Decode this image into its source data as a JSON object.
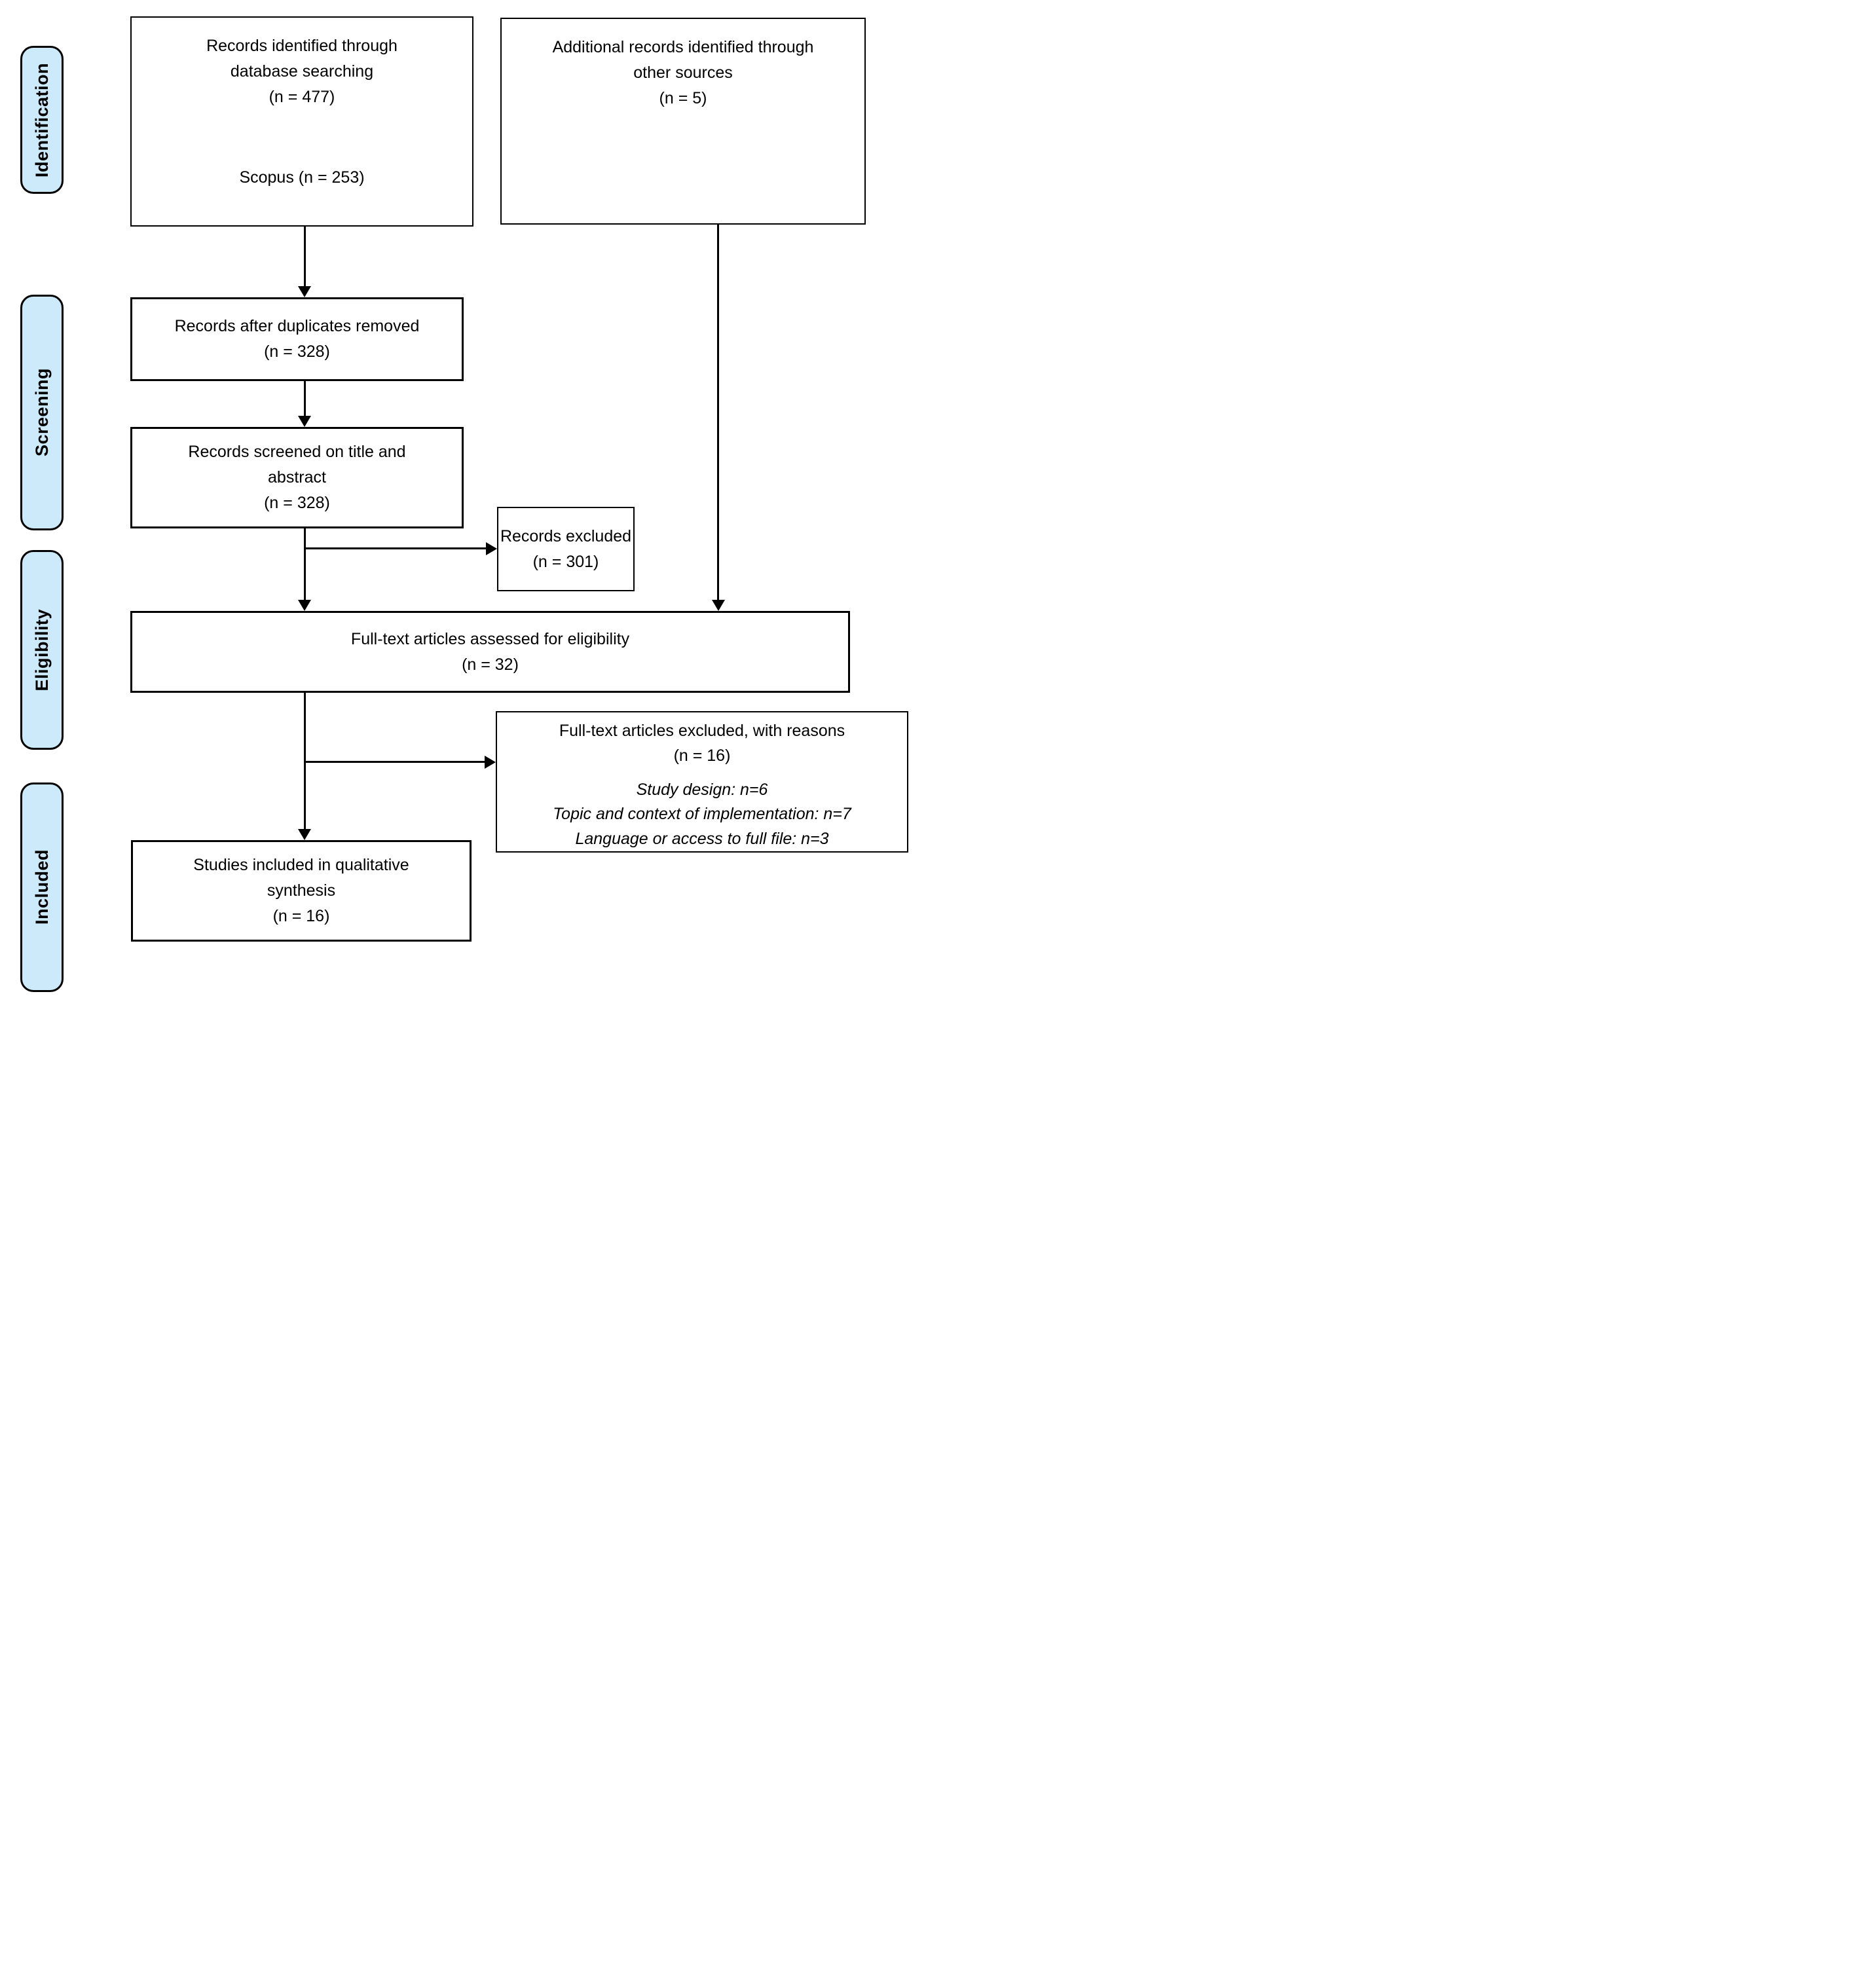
{
  "palette": {
    "stage_fill": "#CDEAFB",
    "line_color": "#000000",
    "background": "#FFFFFF"
  },
  "sidebar": {
    "stages": [
      {
        "label": "Identification"
      },
      {
        "label": "Screening"
      },
      {
        "label": "Eligibility"
      },
      {
        "label": "Included"
      }
    ]
  },
  "boxes": {
    "identified": {
      "lines": [
        "Records identified through",
        "database searching",
        "(n = 477)"
      ],
      "note": "Scopus (n = 253)"
    },
    "additional": {
      "lines": [
        "Additional records identified through",
        "other sources",
        "(n = 5)"
      ]
    },
    "deduplicated": {
      "lines": [
        "Records after duplicates removed",
        "(n = 328)"
      ]
    },
    "screened": {
      "lines": [
        "Records screened on title and",
        "abstract",
        "(n = 328)"
      ]
    },
    "records_excluded": {
      "lines": [
        "Records excluded",
        "(n = 301)"
      ]
    },
    "fulltext_assessed": {
      "lines": [
        "Full-text articles assessed for eligibility",
        "(n = 32)"
      ]
    },
    "fulltext_excluded": {
      "lines": [
        "Full-text articles excluded, with reasons",
        "(n = 16)"
      ],
      "reasons": [
        "Study design: n=6",
        "Topic and context of implementation: n=7",
        "Language or access to full file: n=3"
      ]
    },
    "included_studies": {
      "lines": [
        "Studies included in qualitative",
        "synthesis",
        "(n = 16)"
      ]
    }
  }
}
